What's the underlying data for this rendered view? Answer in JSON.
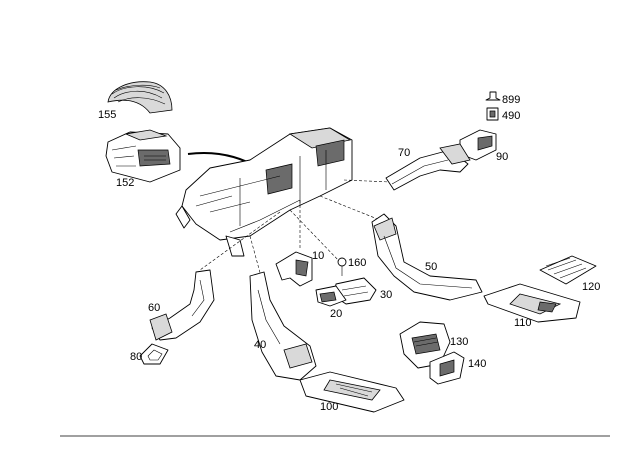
{
  "diagram": {
    "callouts": [
      {
        "id": "c155",
        "label": "155"
      },
      {
        "id": "c152",
        "label": "152"
      },
      {
        "id": "c899",
        "label": "899"
      },
      {
        "id": "c490",
        "label": "490"
      },
      {
        "id": "c70",
        "label": "70"
      },
      {
        "id": "c90",
        "label": "90"
      },
      {
        "id": "c10",
        "label": "10"
      },
      {
        "id": "c160",
        "label": "160"
      },
      {
        "id": "c50",
        "label": "50"
      },
      {
        "id": "c30",
        "label": "30"
      },
      {
        "id": "c20",
        "label": "20"
      },
      {
        "id": "c60",
        "label": "60"
      },
      {
        "id": "c120",
        "label": "120"
      },
      {
        "id": "c110",
        "label": "110"
      },
      {
        "id": "c40",
        "label": "40"
      },
      {
        "id": "c130",
        "label": "130"
      },
      {
        "id": "c80",
        "label": "80"
      },
      {
        "id": "c140",
        "label": "140"
      },
      {
        "id": "c100",
        "label": "100"
      }
    ]
  }
}
